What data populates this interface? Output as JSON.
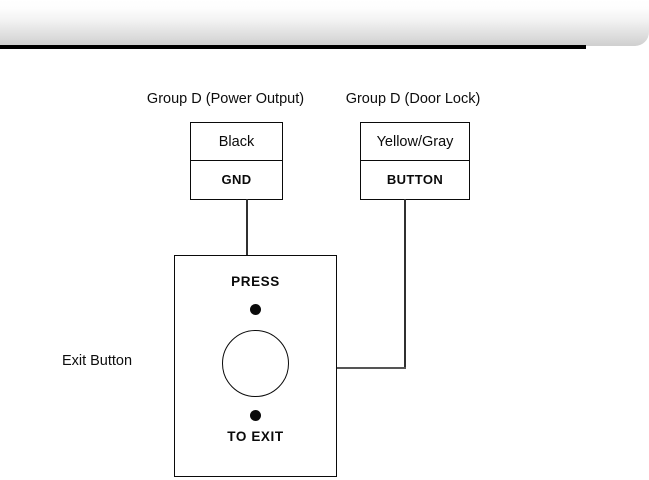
{
  "header": {
    "rule_color": "#000000",
    "band_top_color": "#ffffff",
    "band_bottom_color": "#cfcfcf"
  },
  "diagram": {
    "title_power_group": "Group D (Power Output)",
    "title_lock_group": "Group D (Door Lock)",
    "connectors": [
      {
        "id": "power-output",
        "wire_color_label": "Black",
        "signal_label": "GND"
      },
      {
        "id": "door-lock",
        "wire_color_label": "Yellow/Gray",
        "signal_label": "BUTTON"
      }
    ],
    "device": {
      "name_label": "Exit Button",
      "top_text": "PRESS",
      "bottom_text": "TO EXIT"
    }
  }
}
